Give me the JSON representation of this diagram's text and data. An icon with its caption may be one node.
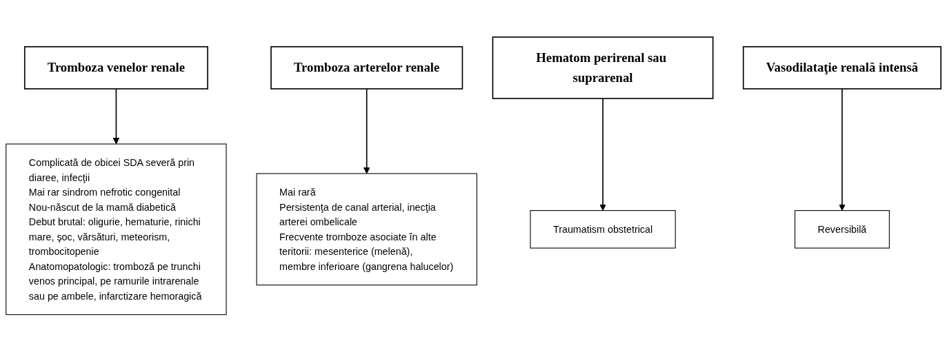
{
  "diagram": {
    "nodes": [
      {
        "text": [
          "Tromboza venelor renale"
        ]
      },
      {
        "text": [
          "Tromboza arterelor renale"
        ]
      },
      {
        "text": [
          "Hematom perirenal sau suprarenal"
        ]
      },
      {
        "text": [
          "Vasodilataţie renală intensă"
        ]
      },
      {
        "text": [
          "Complicată de obicei SDA severă prin diaree, infecţii",
          "Mai rar sindrom nefrotic congenital",
          "Nou-născut de la mamă diabetică",
          "Debut brutal: oligurie, hematurie, rinichi mare, şoc, vărsături, meteorism, trombocitopenie",
          "Anatomopatologic: tromboză pe trunchi venos principal, pe ramurile intrarenale sau pe ambele, infarctizare hemoragică"
        ]
      },
      {
        "text": [
          "Mai rară",
          "Persistenţa de canal arterial, inecţia arterei ombelicale",
          "Frecvente tromboze asociate în alte teritorii: mesenterice (melenă), membre inferioare (gangrena halucelor)"
        ]
      },
      {
        "text": [
          "Traumatism obstetrical"
        ]
      },
      {
        "text": [
          "Reversibilă"
        ]
      }
    ],
    "edges": [
      {
        "from": 0,
        "to": 4,
        "arrow": "to"
      },
      {
        "from": 1,
        "to": 5,
        "arrow": "to"
      },
      {
        "from": 2,
        "to": 6,
        "arrow": "to"
      },
      {
        "from": 3,
        "to": 7,
        "arrow": "to"
      }
    ]
  }
}
